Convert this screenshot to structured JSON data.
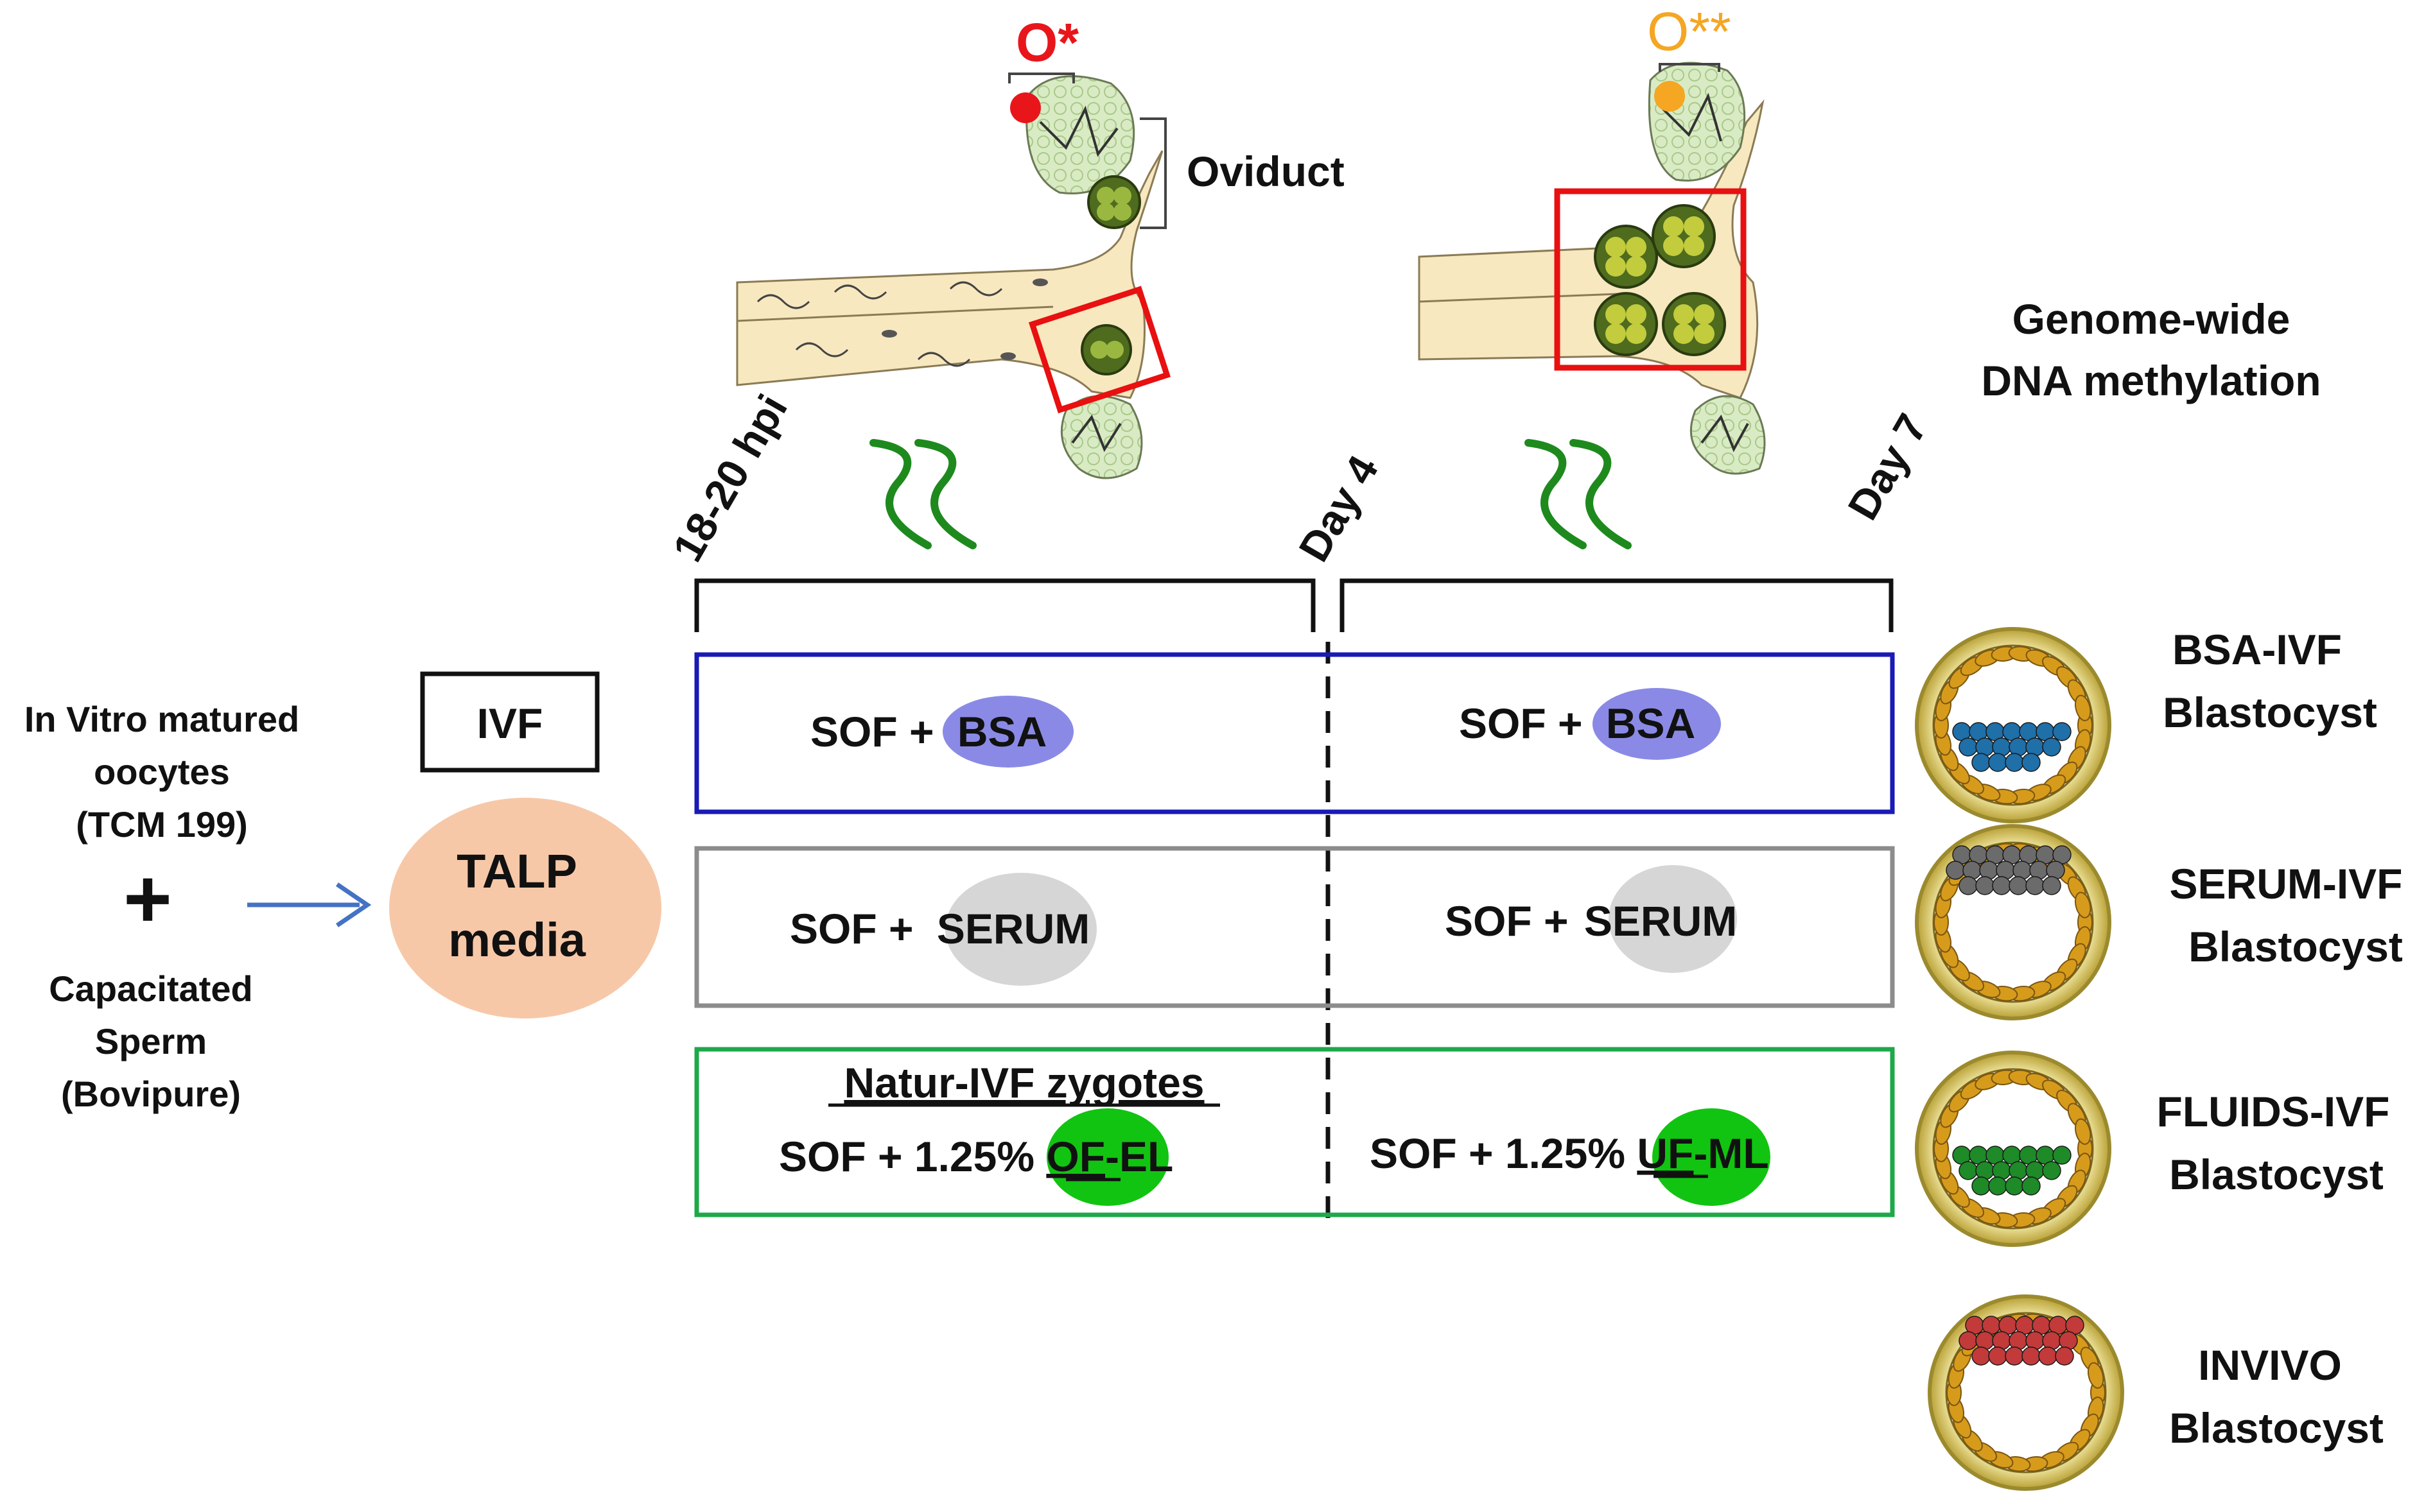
{
  "inputs": {
    "oocytes_lines": [
      "In Vitro matured",
      "oocytes",
      "(TCM 199)"
    ],
    "plus": "+",
    "sperm_lines": [
      "Capacitated",
      "Sperm",
      "(Bovipure)"
    ]
  },
  "ivf_label": "IVF",
  "talp_lines": [
    "TALP",
    "media"
  ],
  "oviduct": {
    "label": "Oviduct",
    "marker_left": "O*",
    "marker_right": "O**",
    "marker_left_color": "#e8161b",
    "marker_right_color": "#f5a623"
  },
  "method_lines": [
    "Genome-wide",
    "DNA methylation"
  ],
  "timepoints": [
    "18-20 hpi",
    "Day 4",
    "Day 7"
  ],
  "rows": [
    {
      "left_prefix": "SOF + ",
      "left_pill": "BSA",
      "right_prefix": "SOF + ",
      "right_pill": "BSA",
      "border_color": "#1a1ab5",
      "pill_color": "#8a8ae6",
      "blastocyst_lines": [
        "BSA-IVF",
        "Blastocyst"
      ],
      "cell_color": "#1f6fa8"
    },
    {
      "left_prefix": "SOF +  ",
      "left_pill": "SERUM",
      "right_prefix": "SOF + ",
      "right_pill": "SERUM",
      "border_color": "#8c8c8c",
      "pill_color": "#d6d6d6",
      "blastocyst_lines": [
        "SERUM-IVF",
        "Blastocyst"
      ],
      "cell_color": "#6b6b6b"
    },
    {
      "title": "Natur-IVF zygotes",
      "left_prefix": "SOF + 1.25% ",
      "left_pill": "OF",
      "left_suffix": "-EL",
      "right_prefix": "SOF + 1.25% ",
      "right_pill": "UF",
      "right_suffix": "-ML",
      "border_color": "#1fa84a",
      "pill_color": "#11c411",
      "blastocyst_lines": [
        "FLUIDS-IVF",
        "Blastocyst"
      ],
      "cell_color": "#1e8a28"
    }
  ],
  "invivo": {
    "blastocyst_lines": [
      "INVIVO",
      "Blastocyst"
    ],
    "cell_color": "#c23a3a"
  },
  "colors": {
    "arrow": "#4472c4",
    "talp_fill": "#f7c8a8",
    "wave": "#1e8a1e",
    "highlight": "#e81010"
  }
}
